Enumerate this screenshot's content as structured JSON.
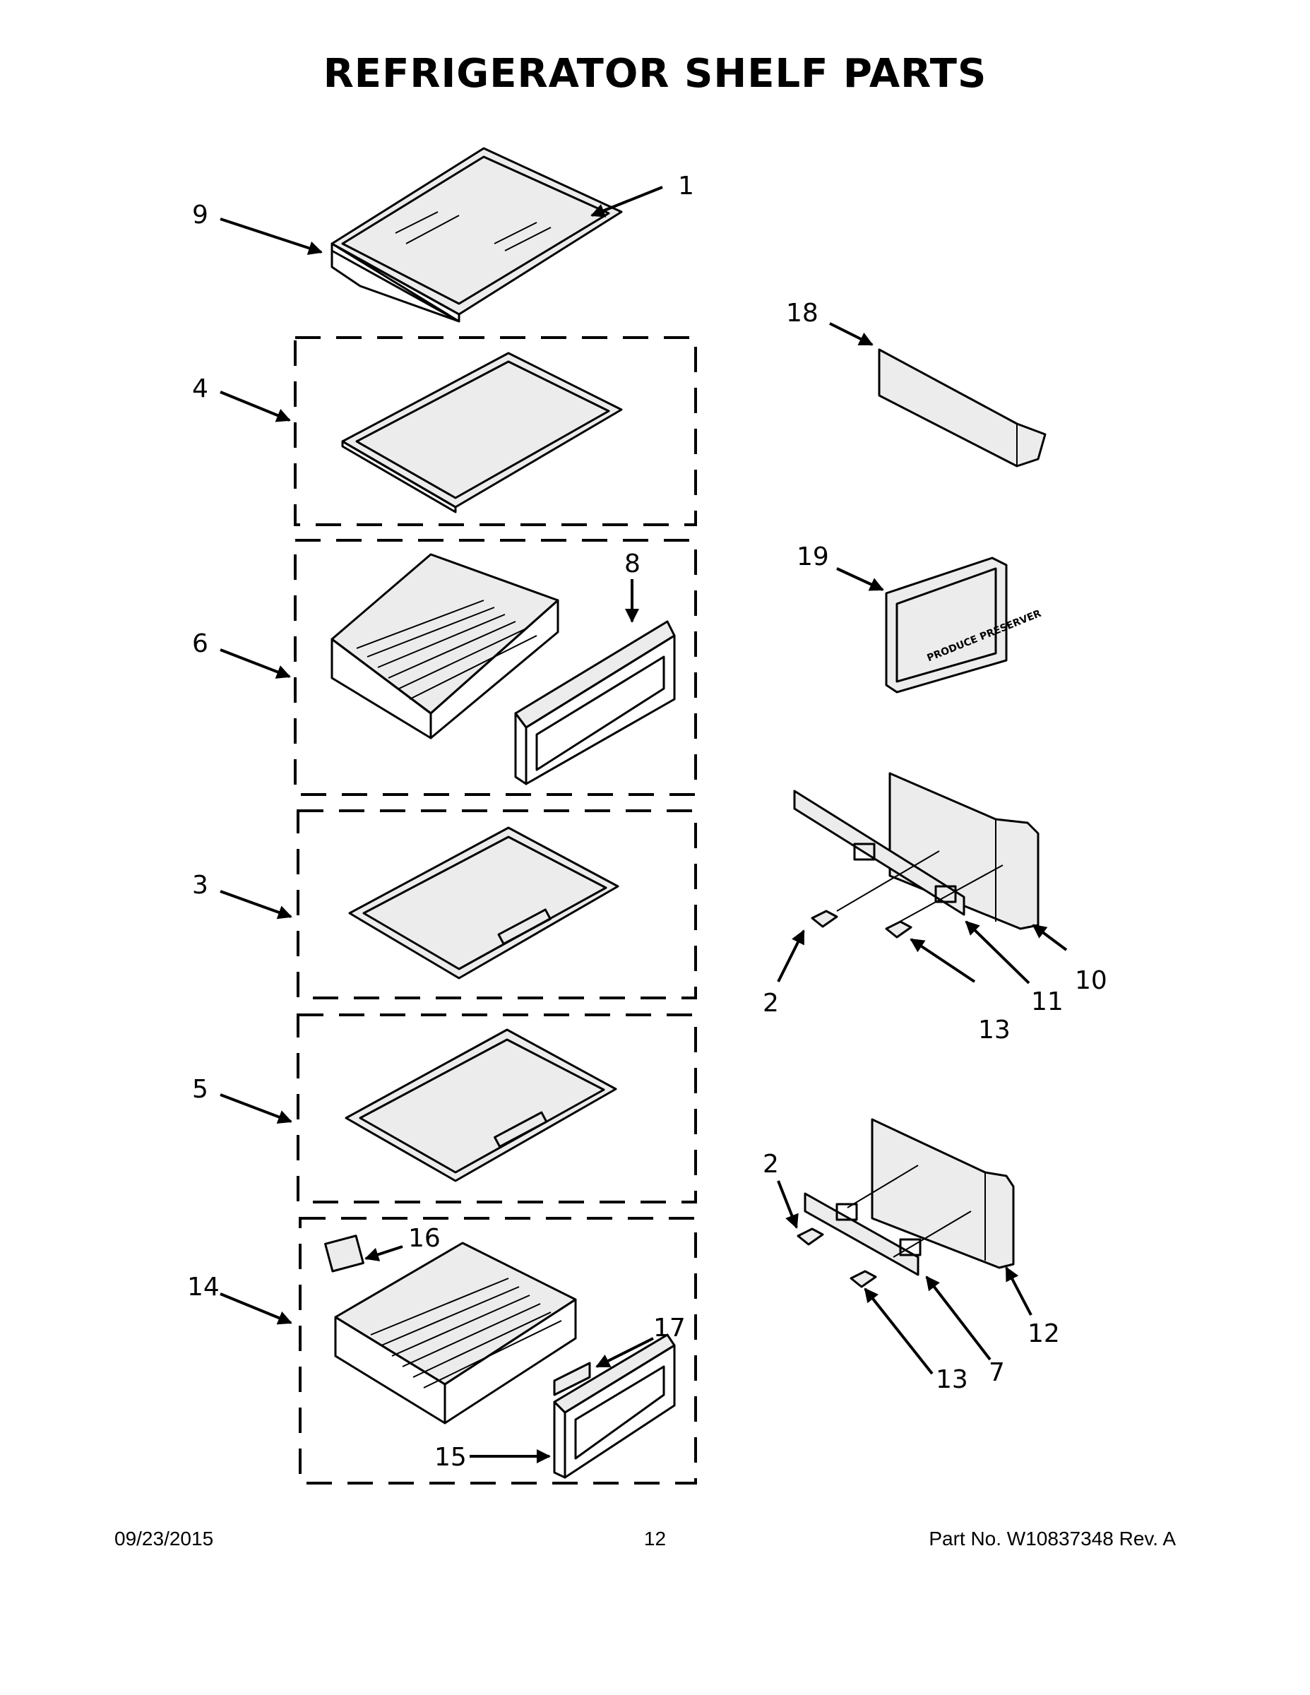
{
  "title": "REFRIGERATOR SHELF PARTS",
  "footer": {
    "date": "09/23/2015",
    "page": "12",
    "part": "Part No.  W10837348   Rev.  A"
  },
  "callouts": {
    "c1": "1",
    "c9": "9",
    "c18": "18",
    "c4": "4",
    "c19": "19",
    "c8": "8",
    "c6": "6",
    "c3": "3",
    "c2a": "2",
    "c13a": "13",
    "c11": "11",
    "c10": "10",
    "c5": "5",
    "c2b": "2",
    "c16": "16",
    "c14": "14",
    "c17": "17",
    "c15": "15",
    "c13b": "13",
    "c7": "7",
    "c12": "12"
  },
  "labels": {
    "produce_preserver": "PRODUCE PRESERVER"
  }
}
